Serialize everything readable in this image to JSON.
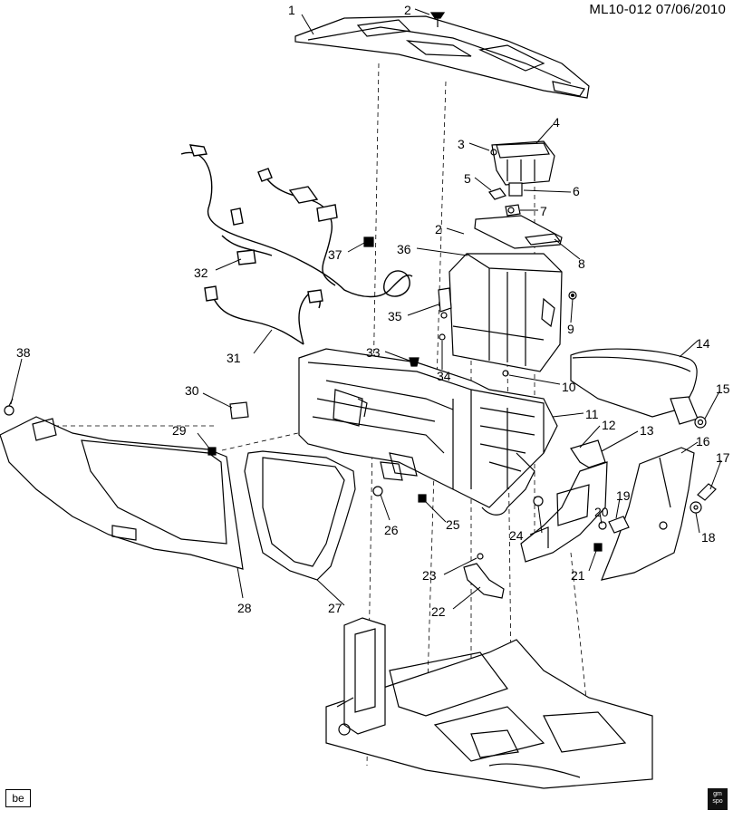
{
  "header": {
    "code": "ML10-012",
    "date": "07/06/2010"
  },
  "footer": {
    "region_code": "be",
    "logo_lines": [
      "gm",
      "spo"
    ]
  },
  "callouts": [
    "1",
    "2",
    "3",
    "4",
    "5",
    "6",
    "7",
    "2",
    "8",
    "36",
    "37",
    "9",
    "32",
    "35",
    "31",
    "33",
    "34",
    "10",
    "14",
    "15",
    "38",
    "30",
    "11",
    "12",
    "13",
    "16",
    "17",
    "29",
    "26",
    "25",
    "24",
    "19",
    "20",
    "18",
    "21",
    "23",
    "22",
    "28",
    "27"
  ]
}
